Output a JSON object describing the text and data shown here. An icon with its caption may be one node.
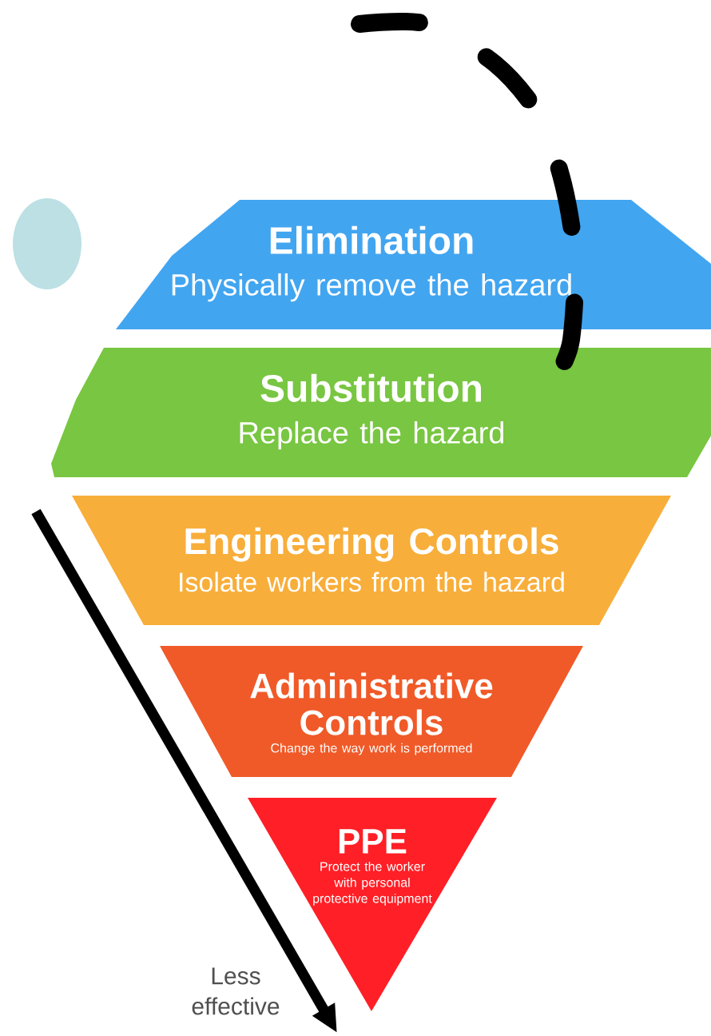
{
  "diagram": {
    "nodes": [
      {
        "text": [
          "Elimination",
          "Physically remove the hazard"
        ]
      },
      {
        "text": [
          "Substitution",
          "Replace the hazard"
        ]
      },
      {
        "text": [
          "Engineering Controls",
          "Isolate workers from the hazard"
        ]
      },
      {
        "text": [
          "Administrative Controls",
          "Change the way work is performed"
        ]
      },
      {
        "text": [
          "PPE",
          "Protect the worker with personal protective equipment"
        ]
      },
      {
        "text": [],
        "shape": "circle"
      }
    ],
    "labels": [
      "Less effective"
    ]
  }
}
